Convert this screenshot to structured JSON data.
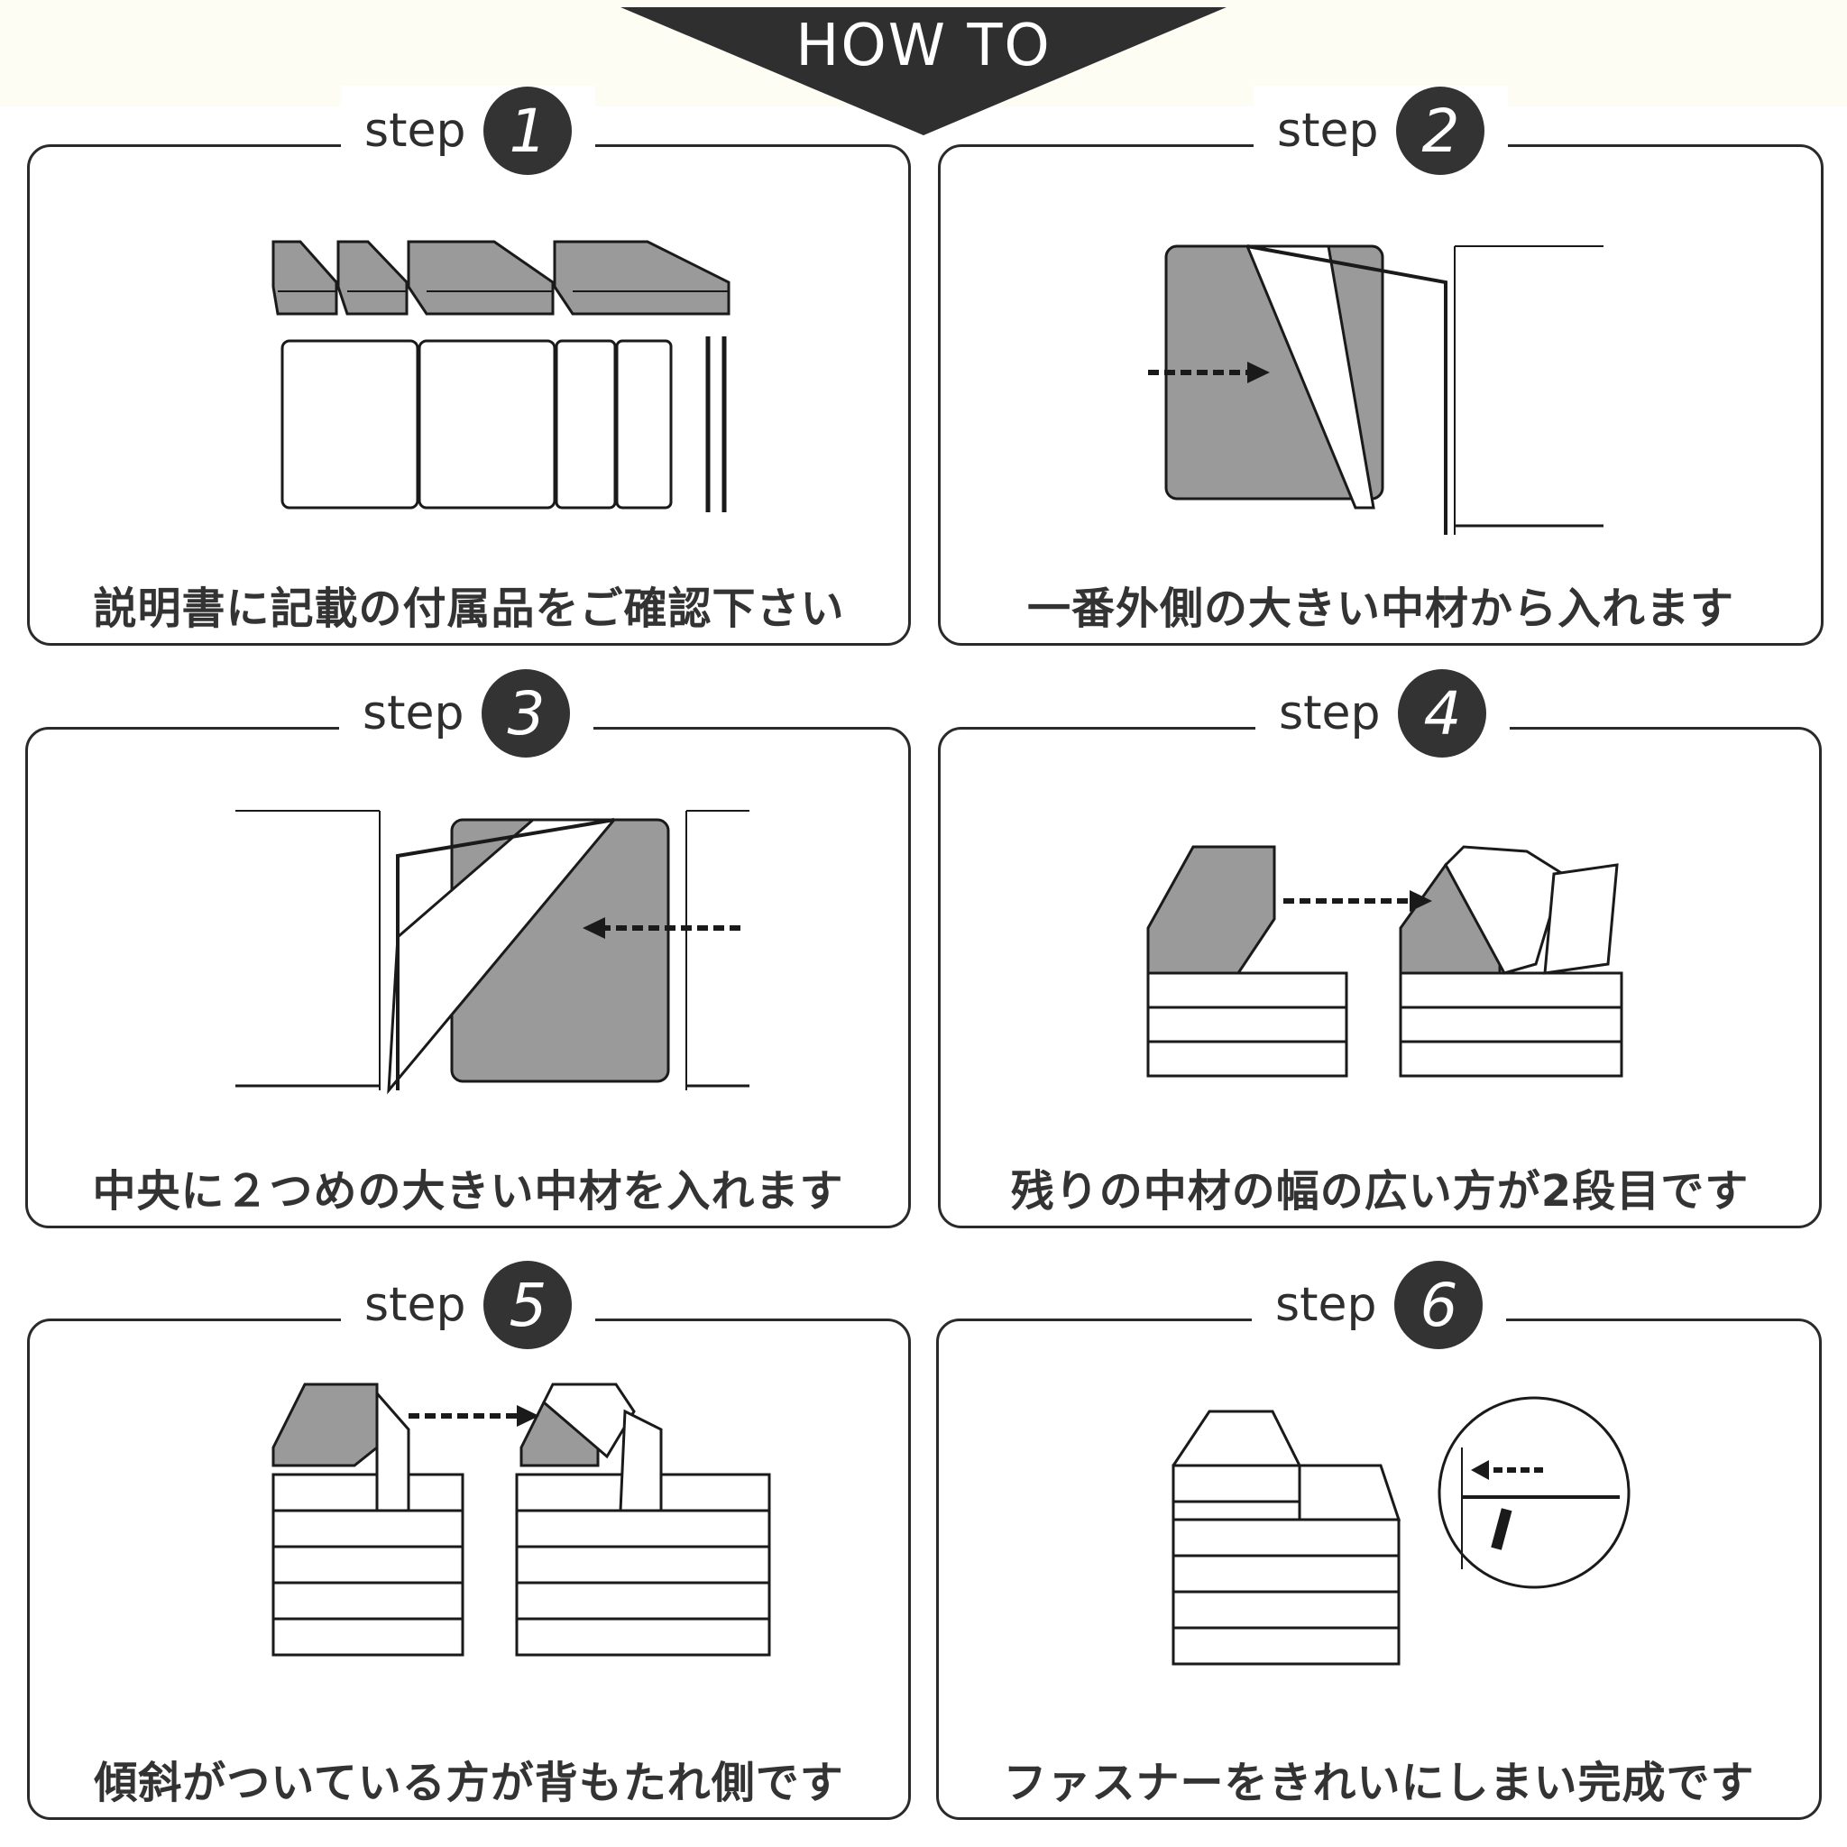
{
  "header": {
    "title": "HOW TO"
  },
  "steps": [
    {
      "word": "step",
      "number": "1",
      "caption": "説明書に記載の付属品をご確認下さい"
    },
    {
      "word": "step",
      "number": "2",
      "caption": "一番外側の大きい中材から入れます"
    },
    {
      "word": "step",
      "number": "3",
      "caption": "中央に２つめの大きい中材を入れます"
    },
    {
      "word": "step",
      "number": "4",
      "caption": "残りの中材の幅の広い方が2段目です"
    },
    {
      "word": "step",
      "number": "5",
      "caption": "傾斜がついている方が背もたれ側です"
    },
    {
      "word": "step",
      "number": "6",
      "caption": "ファスナーをきれいにしまい完成です"
    }
  ],
  "colors": {
    "dark": "#333333",
    "cushion_gray": "#9a9a9a",
    "banner_bg": "#fdfdf4"
  }
}
